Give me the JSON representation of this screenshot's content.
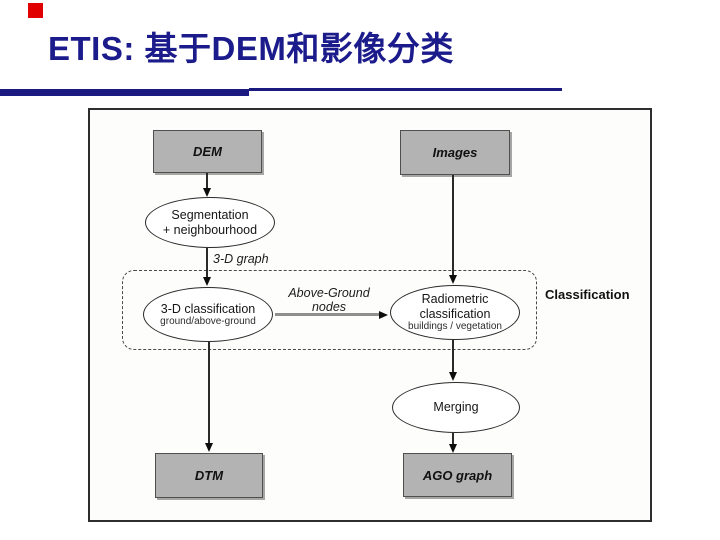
{
  "slide": {
    "title": "ETIS: 基于DEM和影像分类",
    "title_color": "#1b1b8c",
    "accent_bar_color": "#1a1a80",
    "bullet_color": "#e00000"
  },
  "diagram": {
    "nodes": {
      "dem": {
        "label": "DEM"
      },
      "images": {
        "label": "Images"
      },
      "segmentation": {
        "line1": "Segmentation",
        "line2": "+ neighbourhood"
      },
      "classification_3d": {
        "line1": "3-D classification",
        "sub": "ground/above-ground"
      },
      "radiometric": {
        "line1": "Radiometric",
        "line2": "classification",
        "sub": "buildings / vegetation"
      },
      "merging": {
        "label": "Merging"
      },
      "dtm": {
        "label": "DTM"
      },
      "ago": {
        "label": "AGO graph"
      }
    },
    "edge_labels": {
      "graph_3d": "3-D graph",
      "above_ground_line1": "Above-Ground",
      "above_ground_line2": "nodes",
      "classification_group": "Classification"
    }
  }
}
